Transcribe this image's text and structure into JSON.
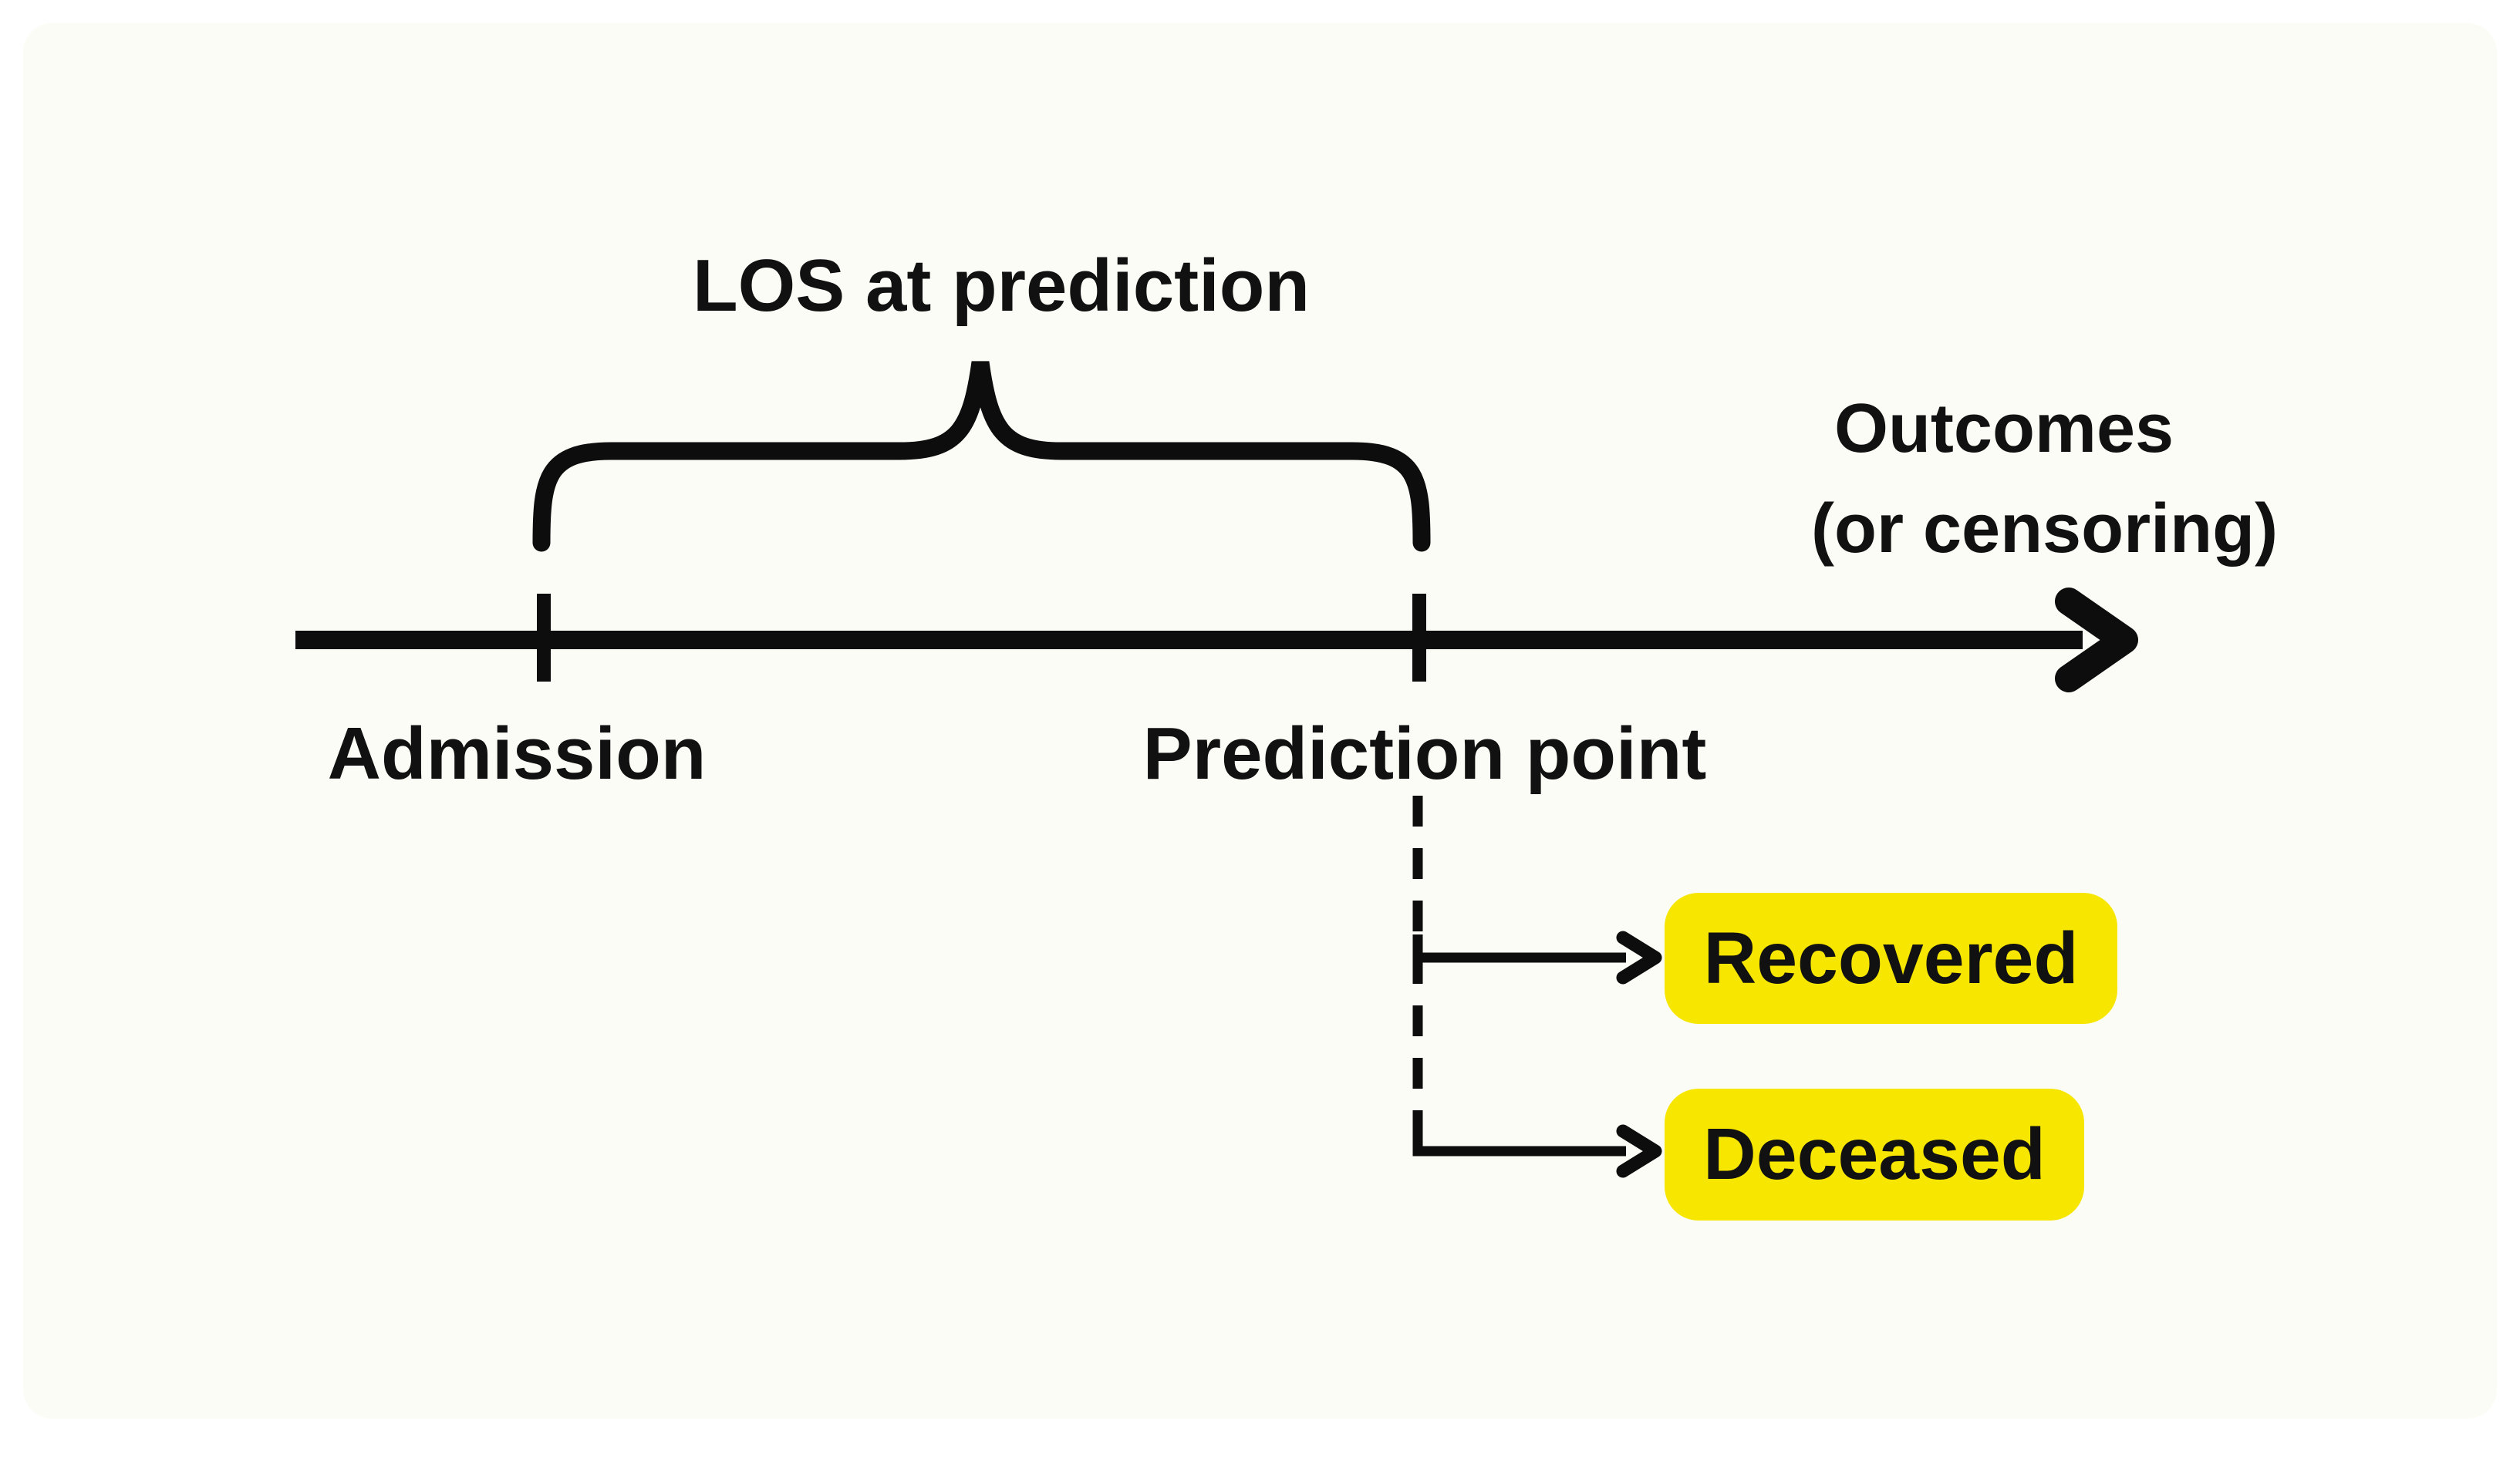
{
  "figure": {
    "type": "timeline-diagram",
    "description": "Hospital stay timeline from admission to prediction point with possible outcomes"
  },
  "labels": {
    "los": "LOS at prediction",
    "admission": "Admission",
    "prediction_point": "Prediction point",
    "outcomes_line1": "Outcomes",
    "outcomes_line2": "(or censoring)"
  },
  "outcomes": [
    {
      "label": "Recovered"
    },
    {
      "label": "Deceased"
    }
  ],
  "colors": {
    "highlight": "#F6E600",
    "line": "#0D0D0D",
    "text": "#111111",
    "card_background": "#FCFCF6",
    "page_background": "#FFFFFF"
  },
  "icons": {
    "timeline_arrow": "right-arrow-icon",
    "branch_arrows": "right-arrow-icon",
    "brace": "curly-brace-top-icon"
  }
}
